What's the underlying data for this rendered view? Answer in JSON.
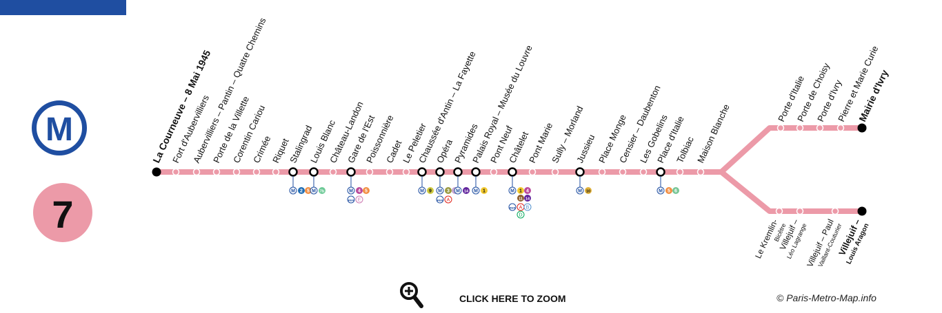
{
  "logo": {
    "metro_letter": "M",
    "line_number": "7"
  },
  "colors": {
    "line": "#ec9aa8",
    "metro_blue": "#1f4ea1",
    "rer_red": "#e2231a"
  },
  "stations": [
    {
      "name": "La Courneuve – 8 Mai 1945",
      "terminus": true,
      "bold": true
    },
    {
      "name": "Fort d'Aubervilliers"
    },
    {
      "name": "Aubervilliers – Pantin – Quatre Chemins"
    },
    {
      "name": "Porte de la Villette"
    },
    {
      "name": "Corentin Cariou"
    },
    {
      "name": "Crimée"
    },
    {
      "name": "Riquet"
    },
    {
      "name": "Stalingrad",
      "interchange": true
    },
    {
      "name": "Louis Blanc",
      "interchange": true
    },
    {
      "name": "Château-Landon"
    },
    {
      "name": "Gare de l'Est",
      "interchange": true
    },
    {
      "name": "Poissonnière"
    },
    {
      "name": "Cadet"
    },
    {
      "name": "Le Peletier"
    },
    {
      "name": "Chaussée d'Antin – La Fayette",
      "interchange": true
    },
    {
      "name": "Opéra",
      "interchange": true
    },
    {
      "name": "Pyramides",
      "interchange": true
    },
    {
      "name": "Palais Royal – Musée du Louvre",
      "interchange": true
    },
    {
      "name": "Pont Neuf"
    },
    {
      "name": "Châtelet",
      "interchange": true
    },
    {
      "name": "Pont Marie"
    },
    {
      "name": "Sully – Morland"
    },
    {
      "name": "Jussieu",
      "interchange": true
    },
    {
      "name": "Place Monge"
    },
    {
      "name": "Censier – Daubenton"
    },
    {
      "name": "Les Gobelins"
    },
    {
      "name": "Place d'Italie",
      "interchange": true
    },
    {
      "name": "Tolbiac"
    },
    {
      "name": "Maison Blanche"
    }
  ],
  "branch_ivry": [
    {
      "name": "Porte d'Italie"
    },
    {
      "name": "Porte de Choisy"
    },
    {
      "name": "Porte d'Ivry"
    },
    {
      "name": "Pierre et Marie Curie"
    },
    {
      "name": "Mairie d'Ivry",
      "terminus": true,
      "bold": true
    }
  ],
  "branch_villejuif": [
    {
      "line1": "Le Kremlin-",
      "line2": "Bicêtre"
    },
    {
      "line1": "Villejuif –",
      "line2": "Léo Lagrange"
    },
    {
      "line1": "Villejuif – Paul",
      "line2": "Vaillant-Couturier"
    },
    {
      "line1": "Villejuif –",
      "line2": "Louis Aragon",
      "terminus": true,
      "bold": true
    }
  ],
  "connections": [
    {
      "station": "Stalingrad",
      "rows": [
        [
          "M",
          "2",
          "5"
        ]
      ]
    },
    {
      "station": "Louis Blanc",
      "rows": [
        [
          "M",
          "7b"
        ]
      ]
    },
    {
      "station": "Gare de l'Est",
      "rows": [
        [
          "M",
          "4",
          "5"
        ],
        [
          "RER",
          "E"
        ]
      ]
    },
    {
      "station": "Chaussée d'Antin – La Fayette",
      "rows": [
        [
          "M",
          "9"
        ]
      ]
    },
    {
      "station": "Opéra",
      "rows": [
        [
          "M",
          "3",
          "8"
        ],
        [
          "RER",
          "A"
        ]
      ]
    },
    {
      "station": "Pyramides",
      "rows": [
        [
          "M",
          "14"
        ]
      ]
    },
    {
      "station": "Palais Royal – Musée du Louvre",
      "rows": [
        [
          "M",
          "1"
        ]
      ]
    },
    {
      "station": "Châtelet",
      "rows": [
        [
          "M",
          "1",
          "4",
          "11",
          "14"
        ],
        [
          "RER",
          "A",
          "B",
          "D"
        ]
      ]
    },
    {
      "station": "Jussieu",
      "rows": [
        [
          "M",
          "10"
        ]
      ]
    },
    {
      "station": "Place d'Italie",
      "rows": [
        [
          "M",
          "5",
          "6"
        ]
      ]
    }
  ],
  "zoom": {
    "icon": "zoom-in-magnifier-icon",
    "label": "CLICK HERE TO ZOOM"
  },
  "copyright": "© Paris-Metro-Map.info"
}
